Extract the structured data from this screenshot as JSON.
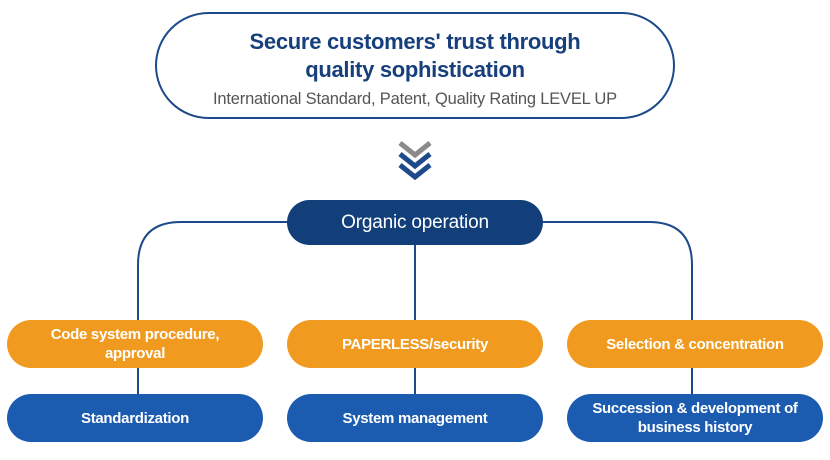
{
  "goal": {
    "title_line1": "Secure customers' trust through",
    "title_line2": "quality sophistication",
    "subtitle": "International Standard, Patent, Quality Rating LEVEL UP"
  },
  "center": {
    "label": "Organic operation"
  },
  "columns": [
    {
      "top": "Code system procedure, approval",
      "bottom": "Standardization"
    },
    {
      "top": "PAPERLESS/security",
      "bottom": "System management"
    },
    {
      "top": "Selection & concentration",
      "bottom": "Succession & development of business history"
    }
  ],
  "colors": {
    "navy": "#123f7a",
    "orange": "#f09b20",
    "blue": "#1b5bb0",
    "chevron_gray": "#8a8a8a",
    "chevron_blue": "#1d4a8a"
  }
}
